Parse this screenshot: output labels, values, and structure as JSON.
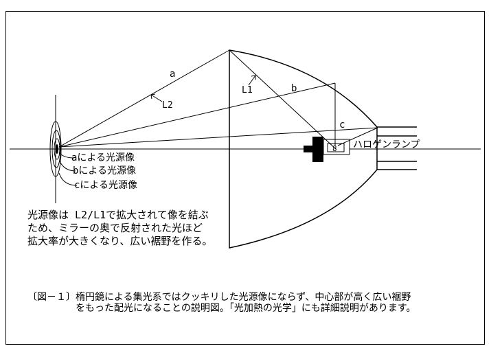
{
  "labels": {
    "a": "a",
    "b": "b",
    "c": "c",
    "L1": "L1",
    "L2": "L2",
    "halogen_lamp": "ハロゲンランプ",
    "image_a": "aによる光源像",
    "image_b": "bによる光源像",
    "image_c": "cによる光源像"
  },
  "explanation": {
    "line1": "光源像は L2/L1で拡大されて像を結ぶ",
    "line2": "ため、ミラーの奥で反射された光ほど",
    "line3": "拡大率が大きくなり、広い裾野を作る。"
  },
  "caption": {
    "line1": "〔図－１〕楕円鏡による集光系ではクッキリした光源像にならず、中心部が高く広い裾野",
    "line2": "をもった配光になることの説明図。「光加熱の光学」にも詳細説明があります。"
  }
}
